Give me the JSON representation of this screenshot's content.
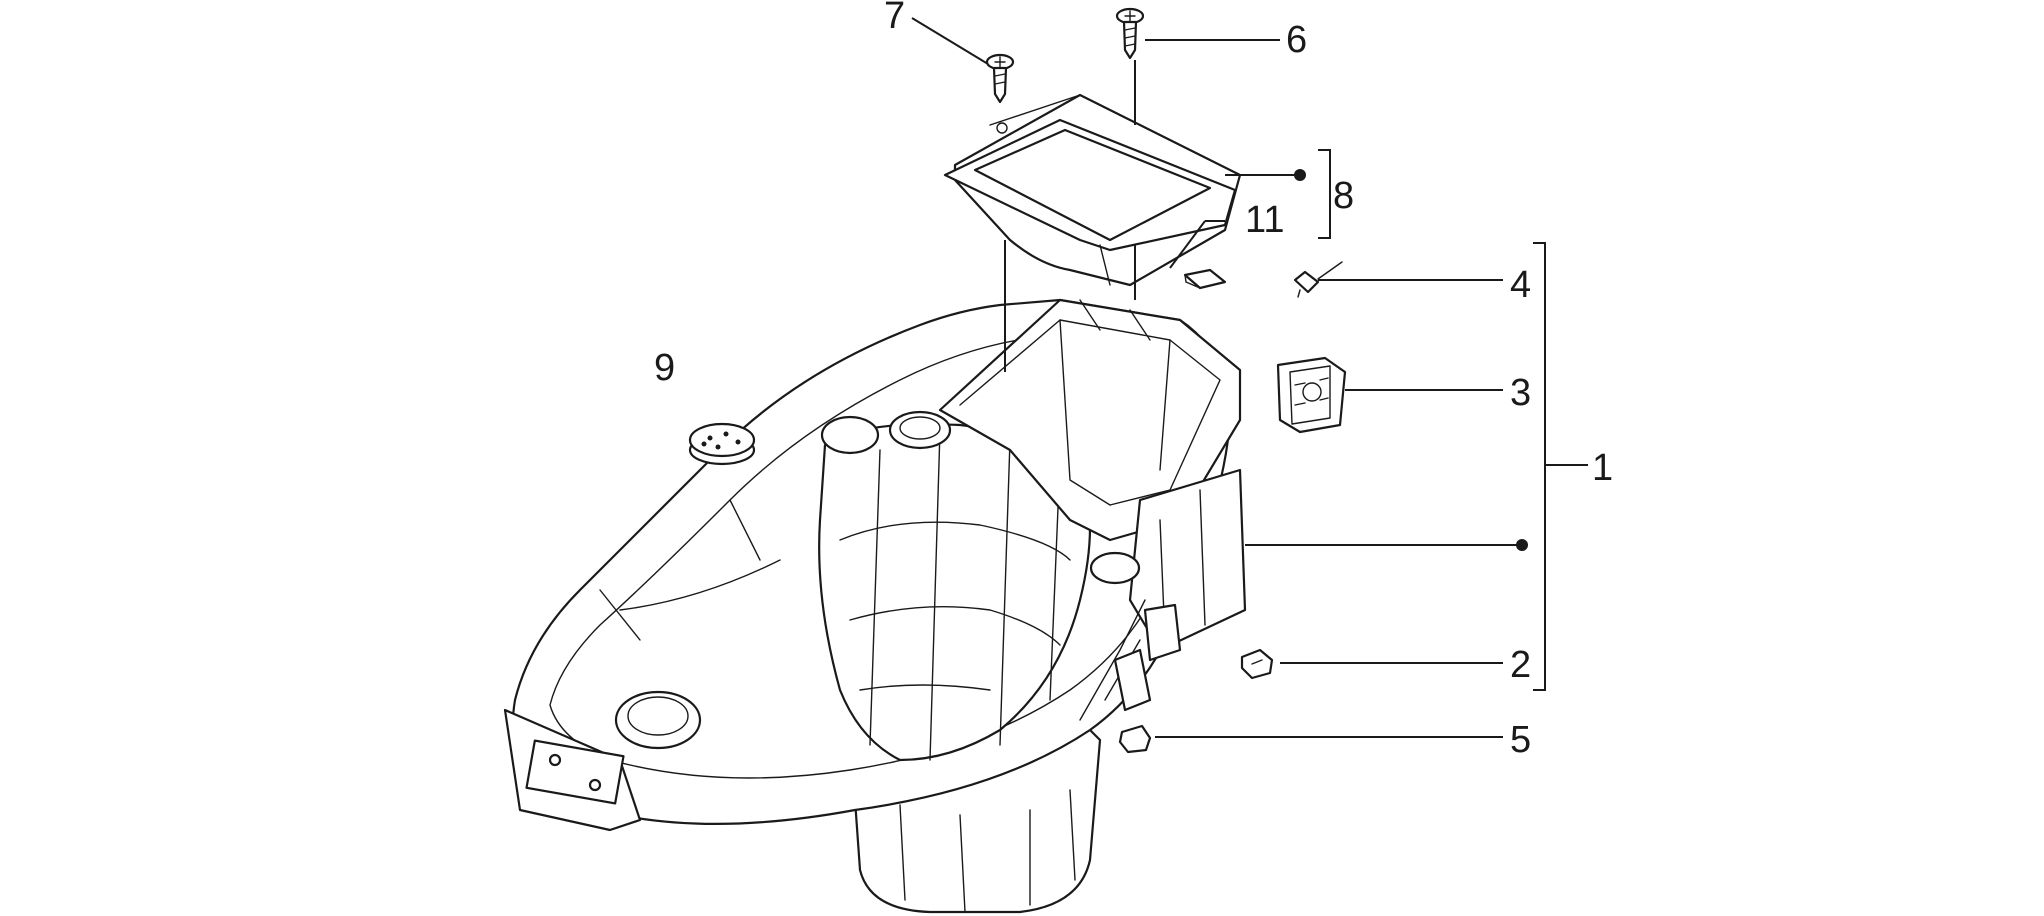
{
  "callouts": [
    {
      "id": "1",
      "label": "1"
    },
    {
      "id": "2",
      "label": "2"
    },
    {
      "id": "3",
      "label": "3"
    },
    {
      "id": "4",
      "label": "4"
    },
    {
      "id": "5",
      "label": "5"
    },
    {
      "id": "6",
      "label": "6"
    },
    {
      "id": "7",
      "label": "7"
    },
    {
      "id": "8",
      "label": "8"
    },
    {
      "id": "9",
      "label": "9"
    },
    {
      "id": "11",
      "label": "11"
    }
  ],
  "colors": {
    "line": "#1a1a1a",
    "background": "#ffffff"
  }
}
